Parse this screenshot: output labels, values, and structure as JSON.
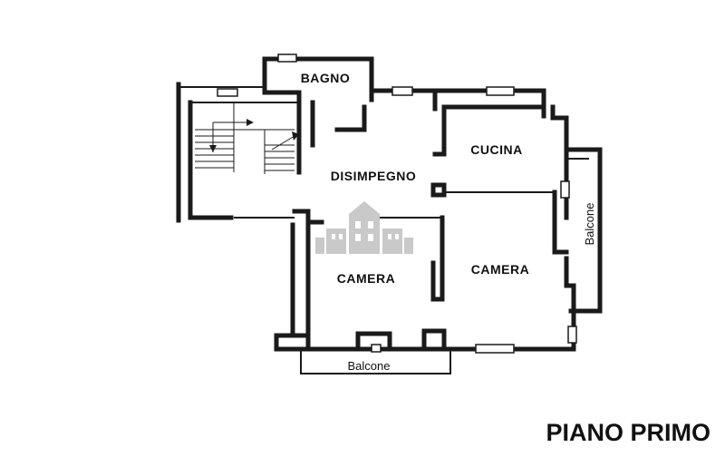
{
  "rooms": {
    "bagno": "BAGNO",
    "disimpegno": "DISIMPEGNO",
    "cucina": "CUCINA",
    "camera_left": "CAMERA",
    "camera_right": "CAMERA",
    "balcone_right": "Balcone",
    "balcone_bottom": "Balcone"
  },
  "title": "PIANO PRIMO",
  "colors": {
    "walls": "#1a1a1a",
    "watermark": "#c9c9c9"
  },
  "icons": {
    "watermark": "house-logo-icon",
    "stairs": "staircase-icon"
  }
}
